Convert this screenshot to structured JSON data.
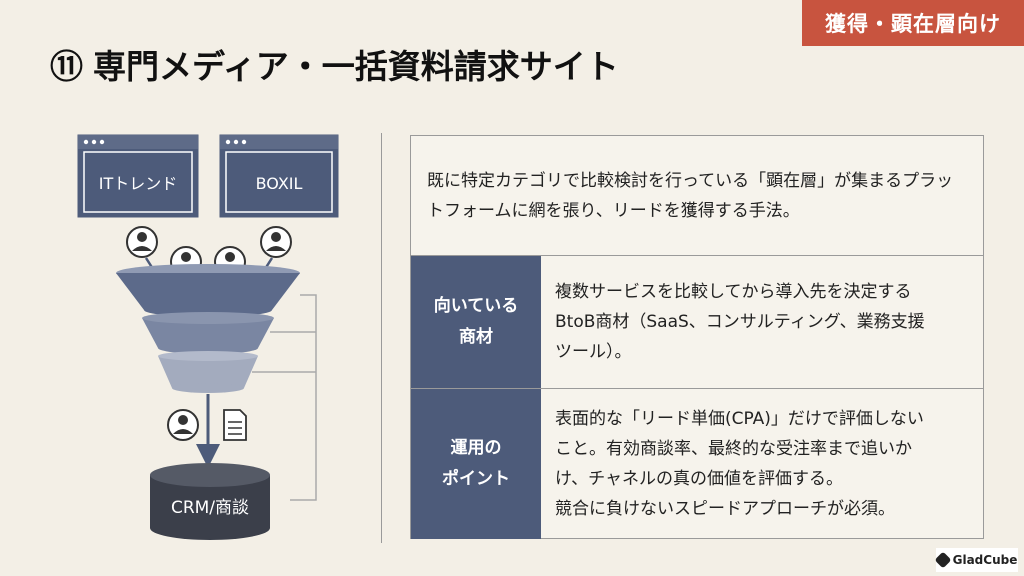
{
  "header": {
    "tag": "獲得・顕在層向け",
    "title_number": "⑪",
    "title_text": "専門メディア・一括資料請求サイト"
  },
  "diagram": {
    "site1": "ITトレンド",
    "site2": "BOXIL",
    "database": "CRM/商談",
    "colors": {
      "navy": "#4d5b7a",
      "funnel_top": "#5c6a8a",
      "funnel_mid": "#7a86a2",
      "funnel_bot": "#a3abbe",
      "db": "#3b3f4a"
    }
  },
  "panel": {
    "intro": "既に特定カテゴリで比較検討を行っている「顕在層」が集まるプラットフォームに網を張り、リードを獲得する手法。",
    "row1": {
      "label": "向いている\n商材",
      "text": "複数サービスを比較してから導入先を決定する\nBtoB商材（SaaS、コンサルティング、業務支援\nツール）。"
    },
    "row2": {
      "label": "運用の\nポイント",
      "text": "表面的な「リード単価(CPA)」だけで評価しない\nこと。有効商談率、最終的な受注率まで追いか\nけ、チャネルの真の価値を評価する。\n競合に負けないスピードアプローチが必須。"
    }
  },
  "brand": {
    "logo": "GladCube"
  }
}
